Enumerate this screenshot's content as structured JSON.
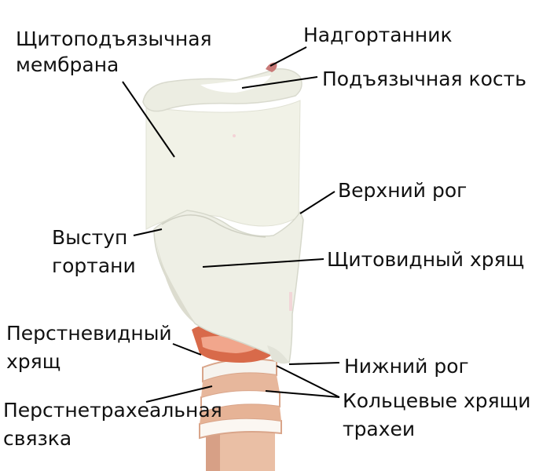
{
  "labels": {
    "thyrohyoid_membrane": [
      "Щитоподъязычная",
      "мембрана"
    ],
    "epiglottis": "Надгортанник",
    "hyoid_bone": "Подъязычная кость",
    "superior_horn": "Верхний рог",
    "laryngeal_prominence": [
      "Выступ",
      "гортани"
    ],
    "thyroid_cartilage": "Щитовидный хрящ",
    "cricoid_cartilage": [
      "Перстневидный",
      "хрящ"
    ],
    "inferior_horn": "Нижний рог",
    "cricotracheal_ligament": [
      "Перстнетрахеальная",
      "связка"
    ],
    "tracheal_rings": [
      "Кольцевые хрящи",
      "трахеи"
    ]
  },
  "colors": {
    "cartilage": "#eeeee6",
    "cartilage_shadow": "#d7d8cc",
    "membrane": "#f2f3e9",
    "cricoid": "#d86a4a",
    "trachea_tissue": "#e8bfa6",
    "leader_line": "#000000"
  }
}
